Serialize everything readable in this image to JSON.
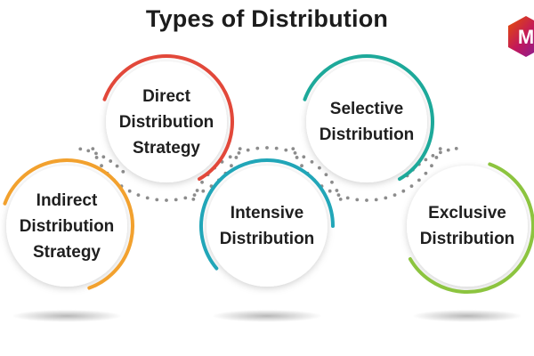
{
  "title": "Types of Distribution",
  "logo": {
    "letter": "M",
    "colors": [
      "#c2185b",
      "#e65100",
      "#7b1fa2"
    ]
  },
  "stages": [
    {
      "label": "Indirect\nDistribution\nStrategy",
      "accent": "#f2a12e"
    },
    {
      "label": "Direct\nDistribution\nStrategy",
      "accent": "#e2483a"
    },
    {
      "label": "Intensive\nDistribution",
      "accent": "#21a6b8"
    },
    {
      "label": "Selective\nDistribution",
      "accent": "#1da99a"
    },
    {
      "label": "Exclusive\nDistribution",
      "accent": "#8cc43f"
    }
  ]
}
